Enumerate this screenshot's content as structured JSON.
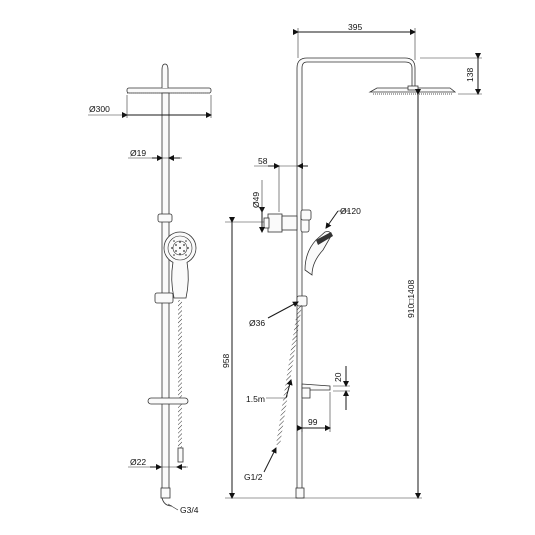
{
  "dimensions": {
    "head_diameter": "Ø300",
    "pipe_diameter": "Ø19",
    "bottom_pipe_diameter": "Ø22",
    "inlet_thread": "G3/4",
    "arm_length": "395",
    "head_height": "138",
    "offset": "58",
    "diverter_diameter": "Ø49",
    "hand_shower_diameter": "Ø120",
    "holder_diameter": "Ø36",
    "total_height": "958",
    "hose_length": "1.5m",
    "shelf_height": "20",
    "shelf_depth": "99",
    "hose_thread": "G1/2",
    "adjustable_height": "910□1408"
  }
}
